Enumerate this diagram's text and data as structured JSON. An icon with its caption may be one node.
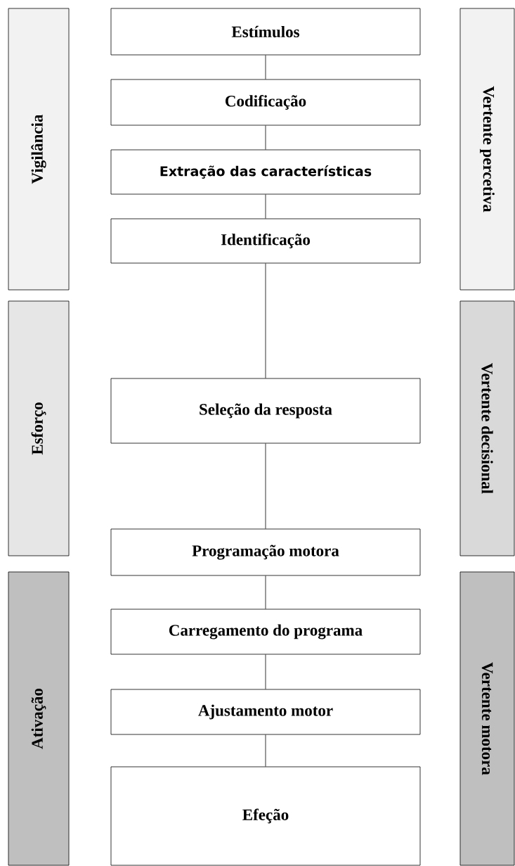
{
  "diagram": {
    "nodes": [
      {
        "text": [
          "Vigilância"
        ]
      },
      {
        "text": [
          "Esforço"
        ]
      },
      {
        "text": [
          "Ativação"
        ]
      },
      {
        "text": [
          "Estímulos"
        ]
      },
      {
        "text": [
          "Codificação"
        ]
      },
      {
        "text": [
          "Extração das características"
        ]
      },
      {
        "text": [
          "Identificação"
        ]
      },
      {
        "text": [
          "Seleção da resposta"
        ]
      },
      {
        "text": [
          "Programação motora"
        ]
      },
      {
        "text": [
          "Carregamento do programa"
        ]
      },
      {
        "text": [
          "Ajustamento motor"
        ]
      },
      {
        "text": [
          "Efeção"
        ]
      },
      {
        "text": [
          "Vertente percetiva"
        ]
      },
      {
        "text": [
          "Vertente decisional"
        ]
      },
      {
        "text": [
          "Vertente motora"
        ]
      }
    ],
    "edges": [
      {
        "from": 3,
        "to": 4,
        "arrow": "none"
      },
      {
        "from": 4,
        "to": 5,
        "arrow": "none"
      },
      {
        "from": 5,
        "to": 6,
        "arrow": "none"
      },
      {
        "from": 6,
        "to": 7,
        "arrow": "none"
      },
      {
        "from": 7,
        "to": 8,
        "arrow": "none"
      },
      {
        "from": 8,
        "to": 9,
        "arrow": "none"
      },
      {
        "from": 9,
        "to": 10,
        "arrow": "none"
      },
      {
        "from": 10,
        "to": 11,
        "arrow": "none"
      }
    ]
  }
}
